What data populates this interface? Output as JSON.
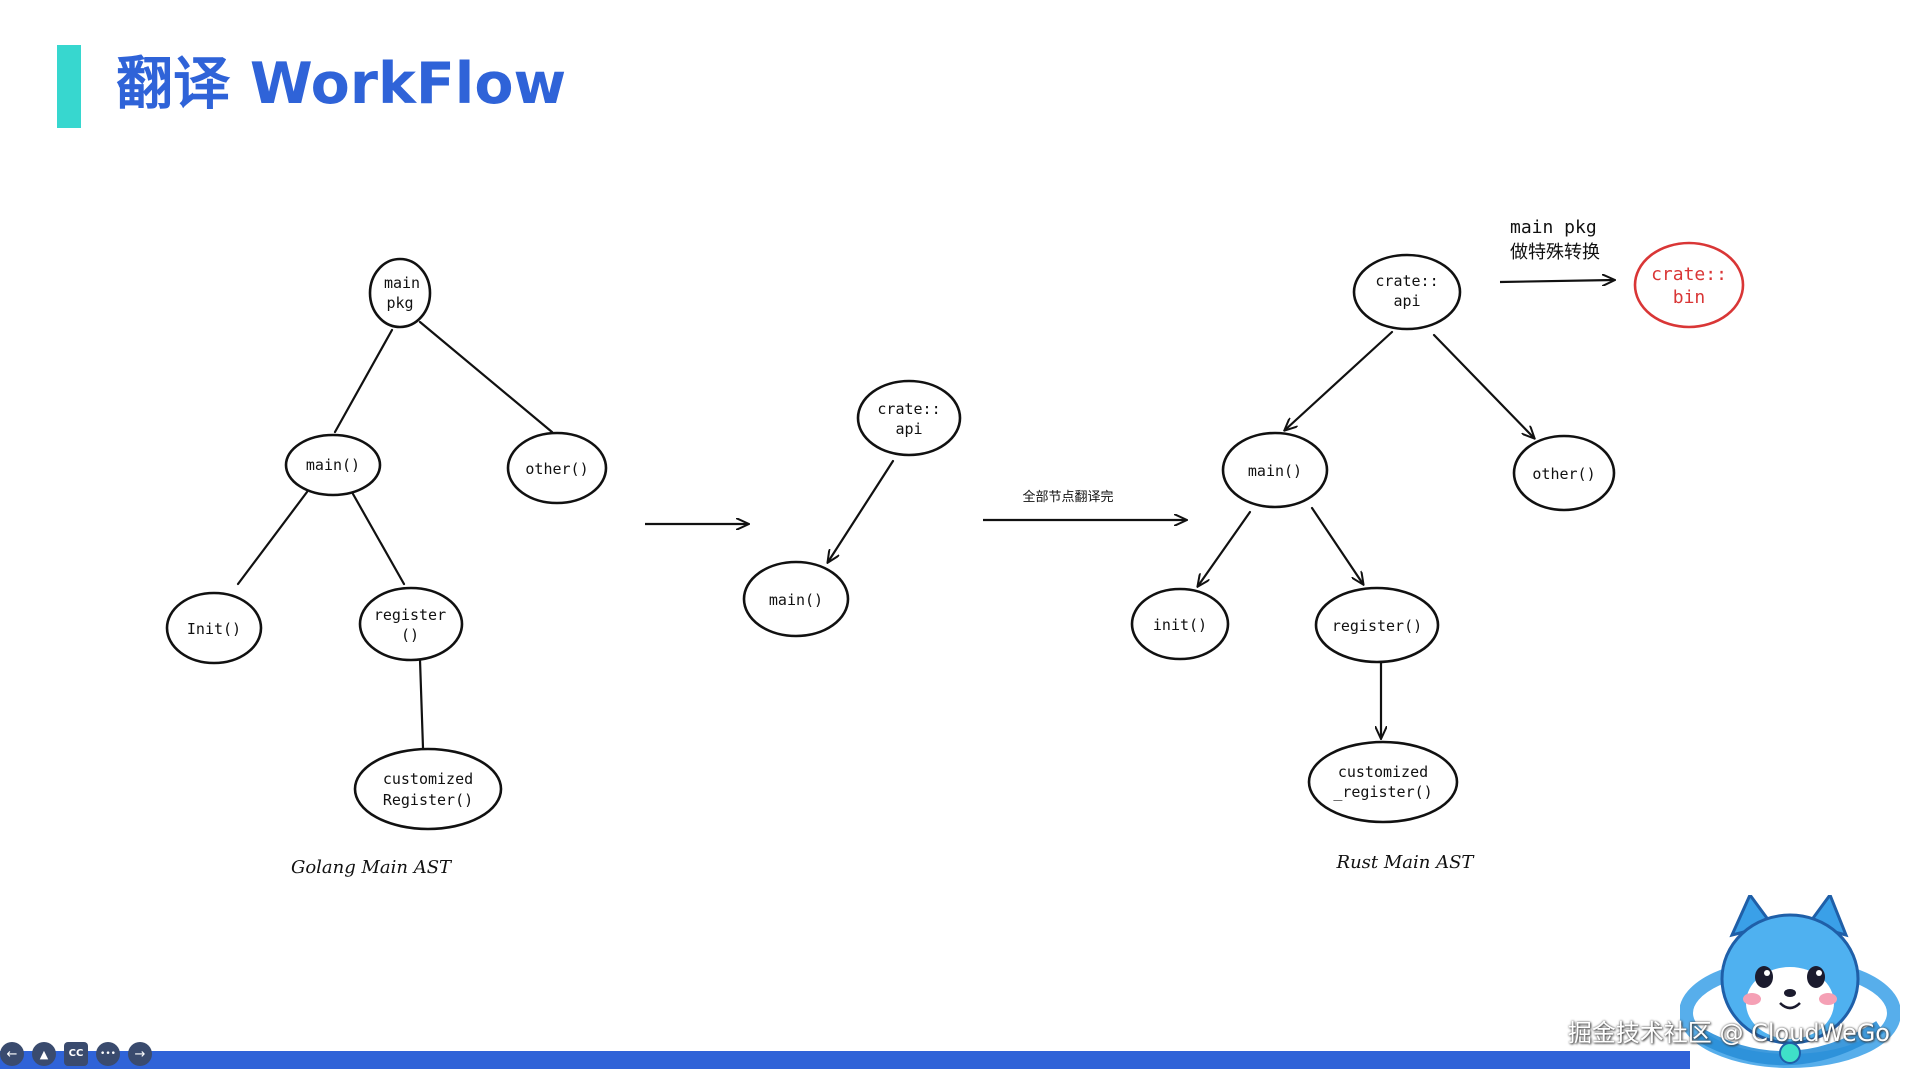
{
  "slide": {
    "title": "翻译 WorkFlow",
    "accent_color": "#2f63d8",
    "title_bar_color": "#37d7cf"
  },
  "golang_tree": {
    "caption": "Golang Main AST",
    "nodes": {
      "main_pkg": [
        "main",
        "pkg"
      ],
      "main": [
        "main()"
      ],
      "other": [
        "other()"
      ],
      "init": [
        "Init()"
      ],
      "register": [
        "register",
        "()"
      ],
      "customized": [
        "customized",
        "Register()"
      ]
    }
  },
  "middle_tree": {
    "nodes": {
      "crate_api": [
        "crate::",
        "api"
      ],
      "main": [
        "main()"
      ]
    }
  },
  "translate_arrow_label": "全部节点翻译完",
  "rust_tree": {
    "caption": "Rust Main AST",
    "nodes": {
      "crate_api": [
        "crate::",
        "api"
      ],
      "main": [
        "main()"
      ],
      "other": [
        "other()"
      ],
      "init": [
        "init()"
      ],
      "register": [
        "register()"
      ],
      "customized": [
        "customized",
        "_register()"
      ]
    }
  },
  "special_note": [
    "main pkg",
    "做特殊转换"
  ],
  "crate_bin": {
    "label": [
      "crate::",
      "bin"
    ],
    "color": "#d93636"
  },
  "toolbar": {
    "buttons": [
      {
        "icon": "back-icon",
        "glyph": "←"
      },
      {
        "icon": "pointer-icon",
        "glyph": "▲"
      },
      {
        "icon": "captions-icon",
        "glyph": "CC"
      },
      {
        "icon": "more-icon",
        "glyph": "•••"
      },
      {
        "icon": "forward-icon",
        "glyph": "→"
      }
    ]
  },
  "watermark": "掘金技术社区 @ CloudWeGo"
}
